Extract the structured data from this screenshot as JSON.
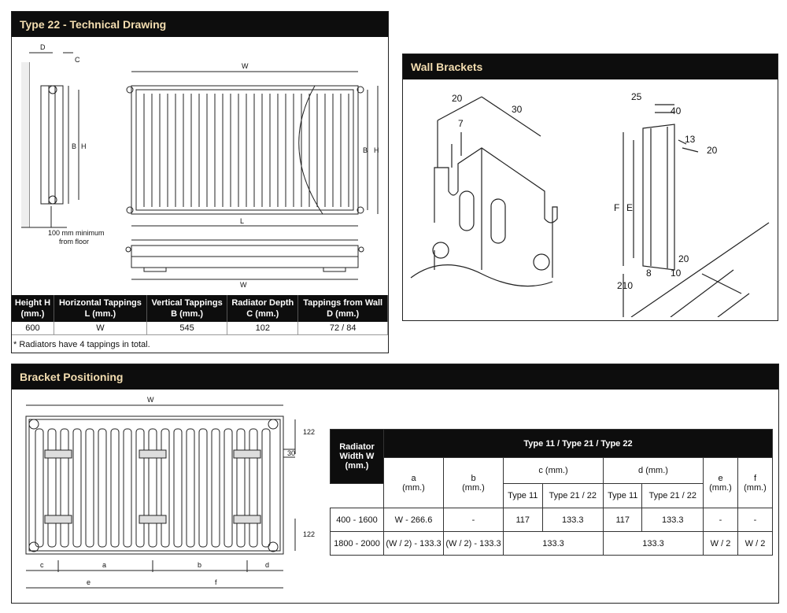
{
  "tech": {
    "title": "Type 22 - Technical Drawing",
    "labels": {
      "D": "D",
      "C": "C",
      "W": "W",
      "B": "B",
      "H": "H",
      "L": "L",
      "floor_note_1": "100 mm minimum",
      "floor_note_2": "from floor"
    },
    "table": {
      "headers": [
        {
          "l1": "Height H",
          "l2": "(mm.)"
        },
        {
          "l1": "Horizontal Tappings",
          "l2": "L (mm.)"
        },
        {
          "l1": "Vertical Tappings",
          "l2": "B (mm.)"
        },
        {
          "l1": "Radiator Depth",
          "l2": "C (mm.)"
        },
        {
          "l1": "Tappings from Wall",
          "l2": "D (mm.)"
        }
      ],
      "row": [
        "600",
        "W",
        "545",
        "102",
        "72 / 84"
      ]
    },
    "note": "* Radiators have 4 tappings in total."
  },
  "wall": {
    "title": "Wall Brackets",
    "labels": {
      "d20": "20",
      "d30": "30",
      "d7": "7",
      "d25": "25",
      "d40": "40",
      "d13": "13",
      "d20b": "20",
      "F": "F",
      "E": "E",
      "d20c": "20",
      "d8": "8",
      "d10": "10",
      "d210": "210"
    }
  },
  "bracket": {
    "title": "Bracket Positioning",
    "labels": {
      "W": "W",
      "d122a": "122",
      "d30": "30",
      "d122b": "122",
      "c": "c",
      "a": "a",
      "b": "b",
      "d": "d",
      "e": "e",
      "f": "f"
    },
    "table": {
      "top_header": "Type 11 / Type 21 / Type 22",
      "row_header_l1": "Radiator",
      "row_header_l2": "Width W",
      "row_header_l3": "(mm.)",
      "a_label": "a",
      "b_label": "b",
      "c_label": "c (mm.)",
      "d_label": "d (mm.)",
      "e_label": "e",
      "f_label": "f",
      "mm": "(mm.)",
      "type11": "Type 11",
      "type2122": "Type 21 / 22",
      "rows": [
        [
          "400 - 1600",
          "W - 266.6",
          "-",
          "117",
          "133.3",
          "117",
          "133.3",
          "-",
          "-"
        ],
        [
          "1800 - 2000",
          "(W / 2) - 133.3",
          "(W / 2) - 133.3",
          "133.3",
          "133.3",
          "W / 2",
          "W / 2"
        ]
      ]
    }
  }
}
